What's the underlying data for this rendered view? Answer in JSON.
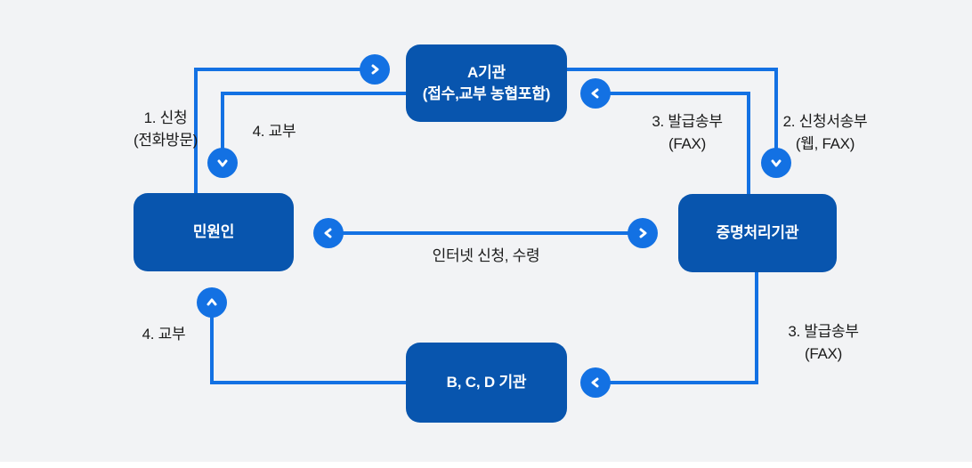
{
  "diagram": {
    "title": "civil-certificate-processing-flow",
    "nodes": {
      "agency_a": {
        "line1": "A기관",
        "line2": "(접수,교부 농협포함)"
      },
      "applicant": {
        "label": "민원인"
      },
      "cert_agency": {
        "label": "증명처리기관"
      },
      "agency_bcd": {
        "label": "B, C, D 기관"
      }
    },
    "edge_labels": {
      "apply": {
        "line1": "1. 신청",
        "line2": "(전화방문)"
      },
      "issue_top": {
        "line1": "4. 교부",
        "line2": ""
      },
      "fax_top": {
        "line1": "3. 발급송부",
        "line2": "(FAX)"
      },
      "request_send": {
        "line1": "2. 신청서송부",
        "line2": "(웹, FAX)"
      },
      "internet": {
        "line1": "인터넷 신청, 수령",
        "line2": ""
      },
      "issue_bottom": {
        "line1": "4. 교부",
        "line2": ""
      },
      "fax_bottom": {
        "line1": "3. 발급송부",
        "line2": "(FAX)"
      }
    },
    "colors": {
      "background": "#f2f3f5",
      "node_fill": "#0855ae",
      "node_text": "#ffffff",
      "connector": "#1371e3",
      "label_text": "#1b1b1b",
      "bottom_strip": "#ffffff"
    }
  }
}
